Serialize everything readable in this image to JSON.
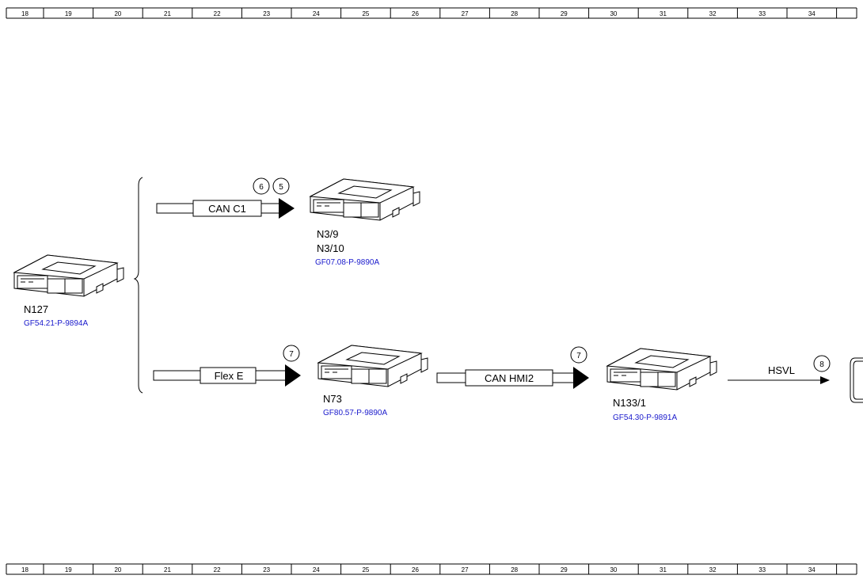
{
  "ruler": {
    "numbers": [
      "18",
      "19",
      "20",
      "21",
      "22",
      "23",
      "24",
      "25",
      "26",
      "27",
      "28",
      "29",
      "30",
      "31",
      "32",
      "33",
      "34"
    ]
  },
  "modules": {
    "n127": {
      "label": "N127",
      "link": "GF54.21-P-9894A"
    },
    "n3": {
      "label1": "N3/9",
      "label2": "N3/10",
      "link": "GF07.08-P-9890A"
    },
    "n73": {
      "label": "N73",
      "link": "GF80.57-P-9890A"
    },
    "n133": {
      "label": "N133/1",
      "link": "GF54.30-P-9891A"
    }
  },
  "buses": {
    "can_c1": {
      "label": "CAN C1",
      "refs": [
        "6",
        "5"
      ]
    },
    "flex_e": {
      "label": "Flex E",
      "refs": [
        "7"
      ]
    },
    "can_hmi2": {
      "label": "CAN HMI2",
      "refs": [
        "7"
      ]
    },
    "hsvl": {
      "label": "HSVL",
      "refs": [
        "8"
      ]
    }
  }
}
